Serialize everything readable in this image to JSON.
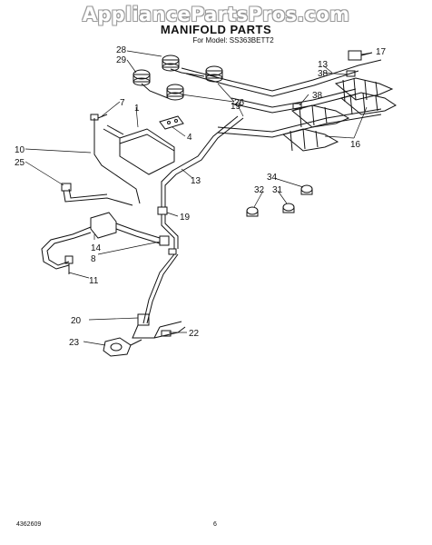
{
  "watermark": "AppliancePartsPros.com",
  "header": {
    "title": "MANIFOLD PARTS",
    "model_line": "For Model: SS363BETT2"
  },
  "callouts": [
    "28",
    "29",
    "17",
    "13",
    "38",
    "26",
    "7",
    "1",
    "38",
    "19",
    "4",
    "16",
    "10",
    "25",
    "13",
    "34",
    "32",
    "31",
    "19",
    "14",
    "8",
    "11",
    "20",
    "22",
    "23"
  ],
  "footer": {
    "part_number": "4362609",
    "page": "6"
  }
}
